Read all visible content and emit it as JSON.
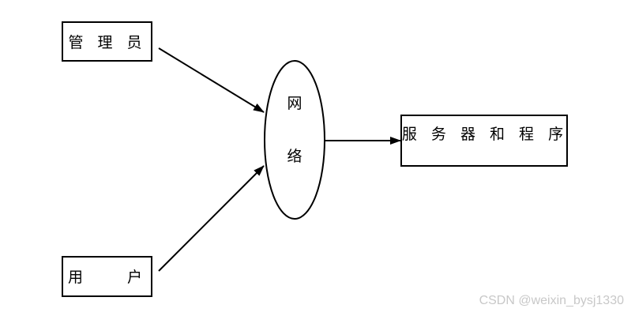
{
  "diagram": {
    "nodes": {
      "admin": "管 理 员",
      "user": "用　　户",
      "network_line1": "网",
      "network_line2": "络",
      "server": "服 务 器 和 程 序"
    },
    "edges": [
      {
        "from": "admin",
        "to": "network"
      },
      {
        "from": "user",
        "to": "network"
      },
      {
        "from": "network",
        "to": "server"
      }
    ],
    "colors": {
      "stroke": "#000000",
      "background": "#ffffff",
      "watermark": "#c8c8c8"
    }
  },
  "watermark": "CSDN @weixin_bysj1330"
}
